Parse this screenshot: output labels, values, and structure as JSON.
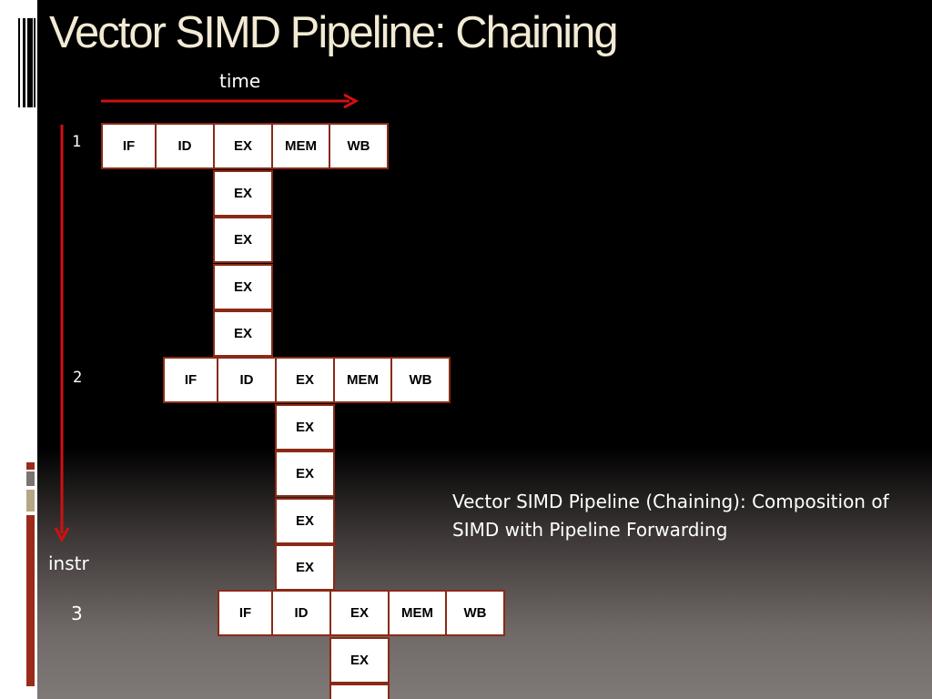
{
  "slide": {
    "title": "Vector  SIMD Pipeline: Chaining",
    "time_label": "time",
    "instr_label": "instr",
    "description": "Vector  SIMD Pipeline (Chaining):  Composition of SIMD  with  Pipeline Forwarding"
  },
  "colors": {
    "title": "#f2ead3",
    "arrow": "#d01010",
    "cell_border": "#8a2a16",
    "accent": "#9b2a1a"
  },
  "instructions": [
    {
      "number": "1",
      "stages": [
        "IF",
        "ID",
        "EX",
        "MEM",
        "WB"
      ],
      "extra_ex": [
        "EX",
        "EX",
        "EX",
        "EX"
      ]
    },
    {
      "number": "2",
      "stages": [
        "IF",
        "ID",
        "EX",
        "MEM",
        "WB"
      ],
      "extra_ex": [
        "EX",
        "EX",
        "EX",
        "EX"
      ]
    },
    {
      "number": "3",
      "stages": [
        "IF",
        "ID",
        "EX",
        "MEM",
        "WB"
      ],
      "extra_ex": [
        "EX"
      ]
    }
  ]
}
